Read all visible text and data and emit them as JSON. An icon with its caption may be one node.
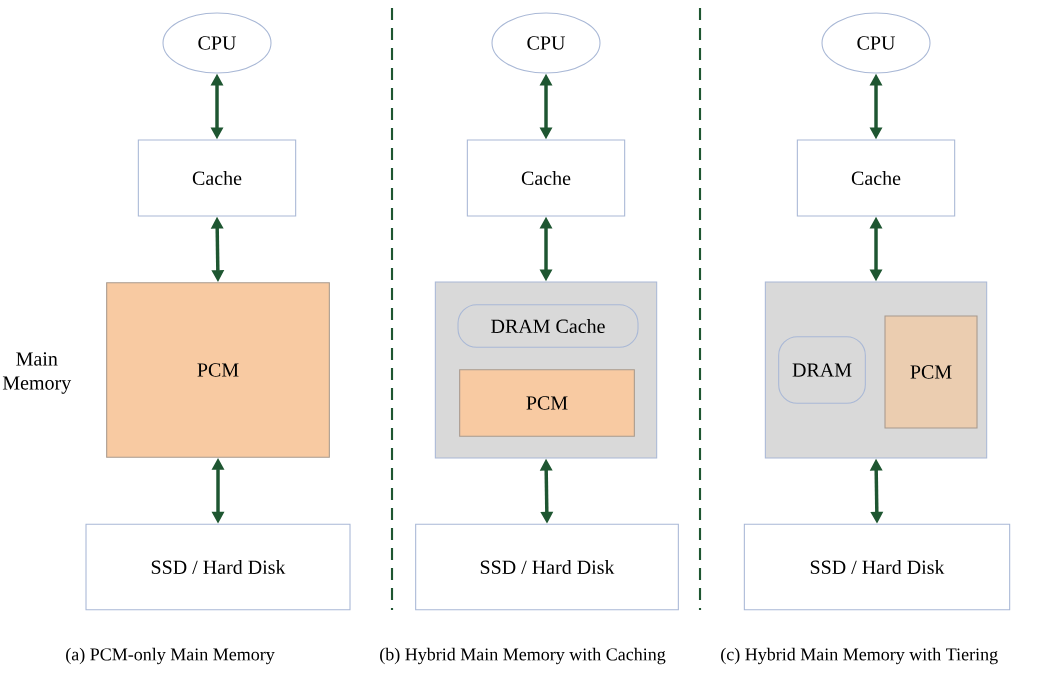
{
  "diagram": {
    "nodes": [
      {
        "text": [
          "CPU"
        ]
      },
      {
        "text": [
          "Cache"
        ]
      },
      {
        "text": [
          "PCM"
        ],
        "beside": [
          "Main Memory"
        ]
      },
      {
        "text": [
          "SSD / Hard Disk"
        ]
      },
      {
        "text": [
          "CPU"
        ]
      },
      {
        "text": [
          "Cache"
        ]
      },
      {
        "text": [],
        "shape": "box"
      },
      {
        "text": [
          "DRAM Cache"
        ],
        "in": 6
      },
      {
        "text": [
          "PCM"
        ],
        "in": 6
      },
      {
        "text": [
          "SSD / Hard Disk"
        ]
      },
      {
        "text": [
          "CPU"
        ]
      },
      {
        "text": [
          "Cache"
        ]
      },
      {
        "text": [],
        "shape": "box"
      },
      {
        "text": [
          "DRAM"
        ],
        "in": 12
      },
      {
        "text": [
          "PCM"
        ],
        "in": 12
      },
      {
        "text": [
          "SSD / Hard Disk"
        ]
      }
    ],
    "edges": [
      {
        "from": 0,
        "to": 1,
        "arrow": "both"
      },
      {
        "from": 1,
        "to": 2,
        "arrow": "both"
      },
      {
        "from": 2,
        "to": 3,
        "arrow": "both"
      },
      {
        "from": 4,
        "to": 5,
        "arrow": "both"
      },
      {
        "from": 5,
        "to": 6,
        "arrow": "both"
      },
      {
        "from": 6,
        "to": 9,
        "arrow": "both"
      },
      {
        "from": 10,
        "to": 11,
        "arrow": "both"
      },
      {
        "from": 11,
        "to": 12,
        "arrow": "both"
      },
      {
        "from": 12,
        "to": 15,
        "arrow": "both"
      }
    ],
    "labels": [
      "(a)  PCM-only Main Memory",
      "(b)  Hybrid Main Memory with Caching",
      "(c)  Hybrid Main Memory with Tiering"
    ]
  }
}
